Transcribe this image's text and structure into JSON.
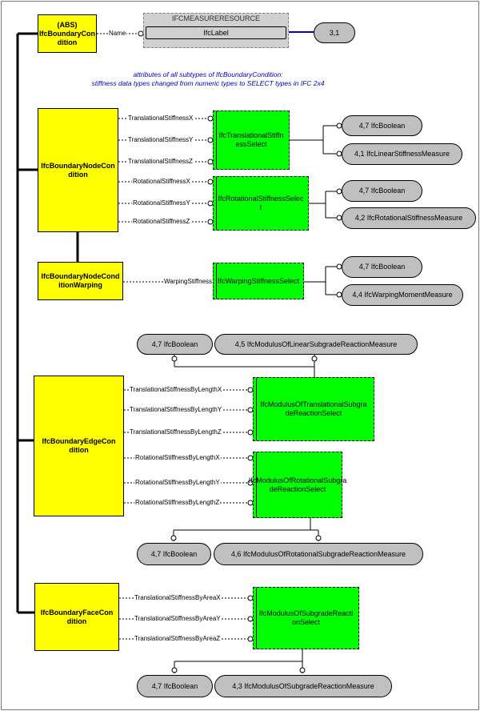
{
  "resource": {
    "title": "IFCMEASURERESOURCE",
    "attribute": "IfcLabel"
  },
  "note": {
    "line1": "attributes of all subtypes of IfcBoundaryCondition:",
    "line2": "stiffness data types changed from numeric types to SELECT types in IFC 2x4"
  },
  "entities": {
    "boundary_condition": "(ABS)\nIfcBoundaryCon\ndition",
    "node_condition": "IfcBoundaryNodeCon\ndition",
    "node_warping": "IfcBoundaryNodeCond\nitionWarping",
    "edge_condition": "IfcBoundaryEdgeCon\ndition",
    "face_condition": "IfcBoundaryFaceCon\ndition"
  },
  "selects": {
    "translational": "IfcTranslationalStiffn\nessSelect",
    "rotational": "IfcRotationalStiffnessSelec\nt",
    "warping": "IfcWarpingStiffnessSelect",
    "mod_translational": "IfcModulusOfTranslationalSubgra\ndeReactionSelect",
    "mod_rotational": "IfcModulusOfRotationalSubgra\ndeReactionSelect",
    "mod_subgrade": "IfcModulusOfSubgradeReacti\nonSelect"
  },
  "pills": {
    "ref_label": "3,1",
    "bool_trans": "4,7 IfcBoolean",
    "linear_stiffness": "4,1 IfcLinearStiffnessMeasure",
    "bool_rot": "4,7 IfcBoolean",
    "rot_stiffness": "4,2 IfcRotationalStiffnessMeasure",
    "bool_warp": "4,7 IfcBoolean",
    "warping_moment": "4,4 IfcWarpingMomentMeasure",
    "bool_lin_subgrade": "4,7 IfcBoolean",
    "lin_subgrade": "4,5 IfcModulusOfLinearSubgradeReactionMeasure",
    "bool_rot_subgrade": "4,7 IfcBoolean",
    "rot_subgrade": "4,6 IfcModulusOfRotationalSubgradeReactionMeasure",
    "bool_subgrade": "4,7 IfcBoolean",
    "subgrade": "4,3 IfcModulusOfSubgradeReactionMeasure"
  },
  "attributes": {
    "name": "Name",
    "tsx": "TranslationalStiffnessX",
    "tsy": "TranslationalStiffnessY",
    "tsz": "TranslationalStiffnessZ",
    "rsx": "RotationalStiffnessX",
    "rsy": "RotationalStiffnessY",
    "rsz": "RotationalStiffnessZ",
    "warping": "WarpingStiffness",
    "tblx": "TranslationalStiffnessByLengthX",
    "tbly": "TranslationalStiffnessByLengthY",
    "tblz": "TranslationalStiffnessByLengthZ",
    "rblx": "RotationalStiffnessByLengthX",
    "rbly": "RotationalStiffnessByLengthY",
    "rblz": "RotationalStiffnessByLengthZ",
    "tbax": "TranslationalStiffnessByAreaX",
    "tbay": "TranslationalStiffnessByAreaY",
    "tbaz": "TranslationalStiffnessByAreaZ"
  },
  "colors": {
    "entity": "#ffff00",
    "select": "#00ff00",
    "type": "#c0c0c0",
    "reference_line": "#0000cc",
    "note": "#0000cc"
  }
}
